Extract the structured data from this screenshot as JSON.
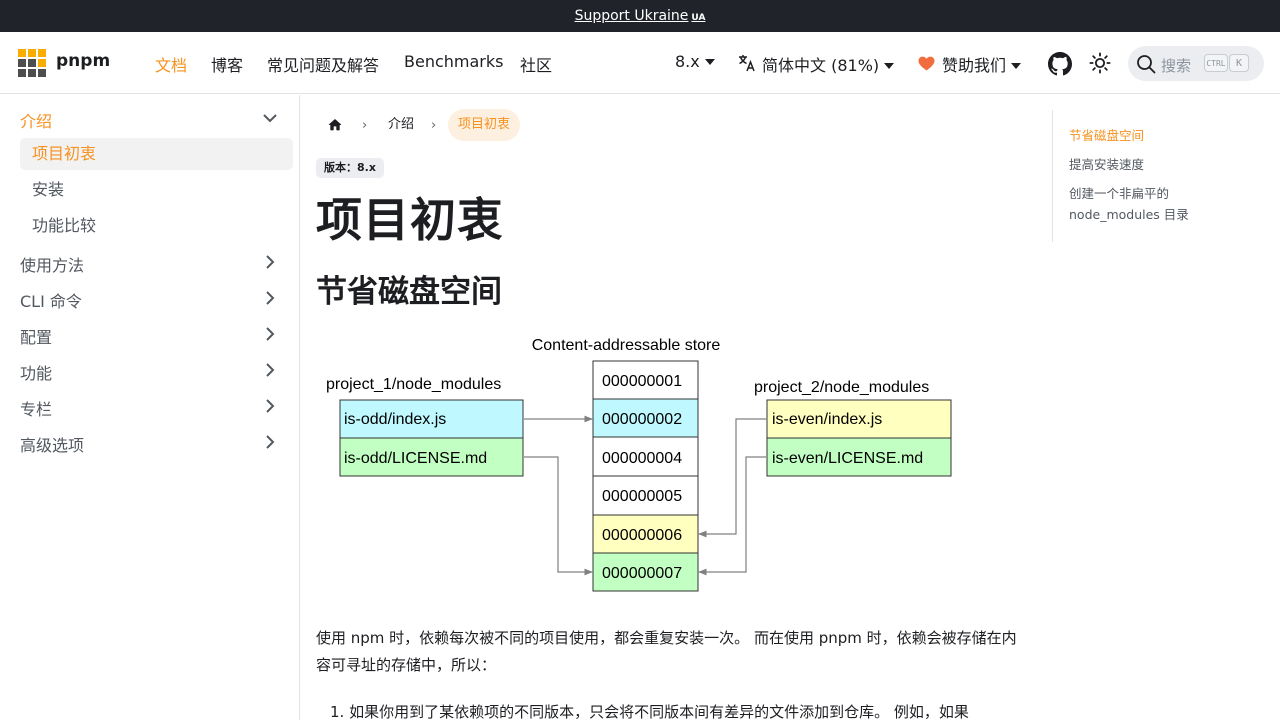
{
  "banner": {
    "text": "Support Ukraine",
    "badge": "UA"
  },
  "navbar": {
    "brand": "pnpm",
    "links": [
      "文档",
      "博客",
      "常见问题及解答",
      "Benchmarks",
      "社区"
    ],
    "version": "8.x",
    "language": "简体中文 (81%)",
    "sponsor": "赞助我们",
    "search_placeholder": "搜索",
    "kbd_ctrl": "CTRL",
    "kbd_k": "K"
  },
  "sidebar": {
    "intro": "介绍",
    "intro_items": [
      "项目初衷",
      "安装",
      "功能比较"
    ],
    "categories": [
      "使用方法",
      "CLI 命令",
      "配置",
      "功能",
      "专栏",
      "高级选项"
    ]
  },
  "breadcrumb": {
    "level1": "介绍",
    "current": "项目初衷"
  },
  "content": {
    "version_badge": "版本：8.x",
    "title": "项目初衷",
    "section_title": "节省磁盘空间",
    "paragraph": "使用 npm 时，依赖每次被不同的项目使用，都会重复安装一次。 而在使用 pnpm 时，依赖会被存储在内容可寻址的存储中，所以：",
    "list_item_1": "1. 如果你用到了某依赖项的不同版本，只会将不同版本间有差异的文件添加到仓库。 例如，如果"
  },
  "diagram": {
    "store_title": "Content-addressable store",
    "project1_title": "project_1/node_modules",
    "project2_title": "project_2/node_modules",
    "project1_files": [
      "is-odd/index.js",
      "is-odd/LICENSE.md"
    ],
    "project2_files": [
      "is-even/index.js",
      "is-even/LICENSE.md"
    ],
    "store_entries": [
      "000000001",
      "000000002",
      "000000004",
      "000000005",
      "000000006",
      "000000007"
    ],
    "colors": {
      "cyan": "#bff9ff",
      "green": "#c2ffc2",
      "yellow": "#ffffc0",
      "white": "#ffffff"
    }
  },
  "toc": [
    "节省磁盘空间",
    "提高安装速度",
    "创建一个非扁平的 node_modules 目录"
  ]
}
